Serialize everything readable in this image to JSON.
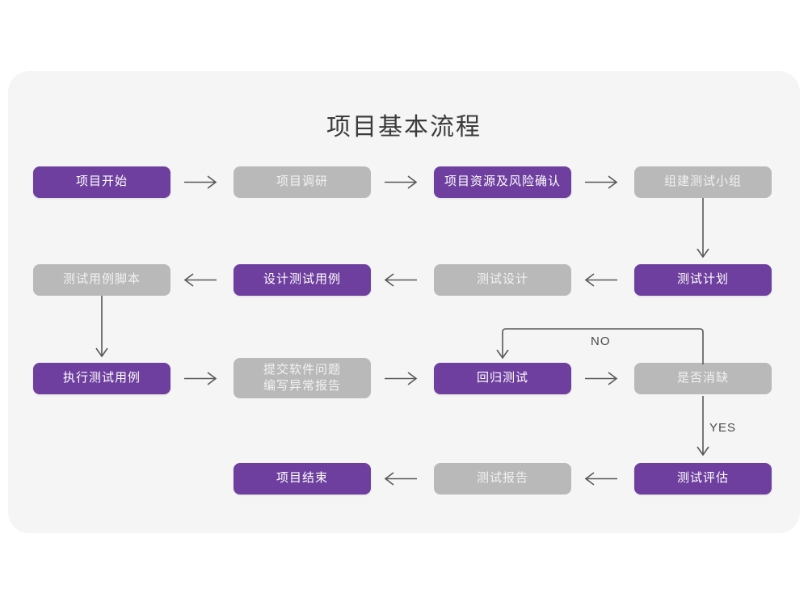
{
  "diagram": {
    "title": "项目基本流程",
    "colors": {
      "page_background": "#ffffff",
      "card_background": "#f5f5f5",
      "node_active": "#6e3f9e",
      "node_inactive": "#b9b9b9",
      "node_text": "#ffffff",
      "connector": "#585858",
      "title_text": "#3b3b3b"
    },
    "nodes": {
      "n1": {
        "label": "项目开始",
        "state": "active"
      },
      "n2": {
        "label": "项目调研",
        "state": "inactive"
      },
      "n3": {
        "label": "项目资源及风险确认",
        "state": "active"
      },
      "n4": {
        "label": "组建测试小组",
        "state": "inactive"
      },
      "n5": {
        "label": "测试用例脚本",
        "state": "inactive"
      },
      "n6": {
        "label": "设计测试用例",
        "state": "active"
      },
      "n7": {
        "label": "测试设计",
        "state": "inactive"
      },
      "n8": {
        "label": "测试计划",
        "state": "active"
      },
      "n9": {
        "label": "执行测试用例",
        "state": "active"
      },
      "n10": {
        "label": "提交软件问题\n编写异常报告",
        "state": "inactive"
      },
      "n11": {
        "label": "回归测试",
        "state": "active"
      },
      "n12": {
        "label": "是否消缺",
        "state": "inactive"
      },
      "n13": {
        "label": "项目结束",
        "state": "active"
      },
      "n14": {
        "label": "测试报告",
        "state": "inactive"
      },
      "n15": {
        "label": "测试评估",
        "state": "active"
      }
    },
    "edge_labels": {
      "no": "NO",
      "yes": "YES"
    }
  }
}
